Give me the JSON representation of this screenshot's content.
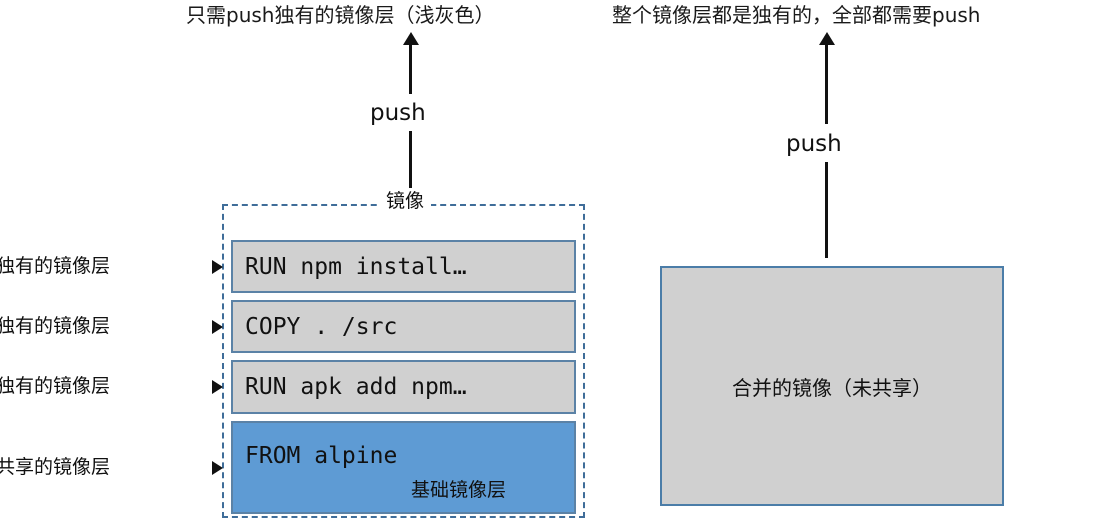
{
  "headings": {
    "left": "只需push独有的镜像层（浅灰色）",
    "right": "整个镜像层都是独有的，全部都需要push"
  },
  "arrows": {
    "push_left_label": "push",
    "push_right_label": "push",
    "arrow_color_black": "#111111",
    "arrow_color_gray": "#7a7a7a"
  },
  "image_group": {
    "title": "镜像",
    "border_color": "#3f6d99",
    "layers": [
      {
        "id": "run-npm-install",
        "command": "RUN npm install…",
        "kind": "unique",
        "fill": "#d0d0d0",
        "border": "#5b82a6"
      },
      {
        "id": "copy-src",
        "command": "COPY . /src",
        "kind": "unique",
        "fill": "#d0d0d0",
        "border": "#5b82a6"
      },
      {
        "id": "run-apk-add-npm",
        "command": "RUN apk add npm…",
        "kind": "unique",
        "fill": "#d0d0d0",
        "border": "#5b82a6"
      },
      {
        "id": "from-alpine",
        "command": "FROM alpine",
        "caption": "基础镜像层",
        "kind": "shared",
        "fill": "#5e9bd4",
        "border": "#5b82a6"
      }
    ]
  },
  "callouts": [
    {
      "label": "独有的镜像层",
      "arrow": "black"
    },
    {
      "label": "独有的镜像层",
      "arrow": "black"
    },
    {
      "label": "独有的镜像层",
      "arrow": "black"
    },
    {
      "label": "共享的镜像层",
      "arrow": "gray"
    }
  ],
  "merged_image": {
    "label": "合并的镜像（未共享）",
    "fill": "#d0d0d0",
    "border": "#4b7da8"
  }
}
